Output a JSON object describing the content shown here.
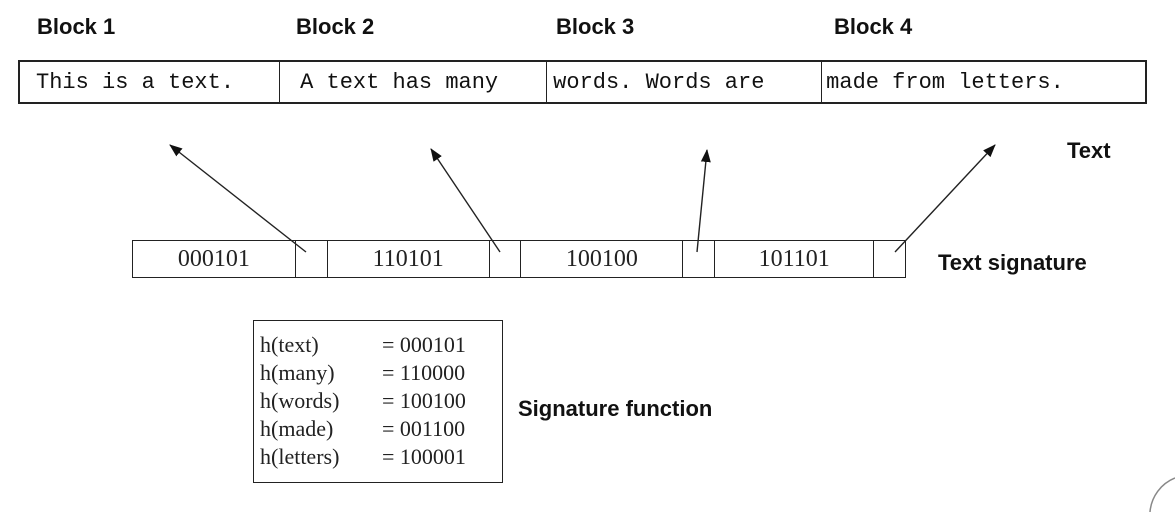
{
  "blocks": [
    {
      "label": "Block 1",
      "text": "This is a text."
    },
    {
      "label": "Block 2",
      "text": "A text has many"
    },
    {
      "label": "Block 3",
      "text": "words. Words are"
    },
    {
      "label": "Block 4",
      "text": "made from letters."
    }
  ],
  "text_label": "Text",
  "signature": {
    "label": "Text signature",
    "values": [
      "000101",
      "110101",
      "100100",
      "101101"
    ]
  },
  "function": {
    "label": "Signature function",
    "lines": [
      {
        "name": "h(text)",
        "value": "= 000101"
      },
      {
        "name": "h(many)",
        "value": "= 110000"
      },
      {
        "name": "h(words)",
        "value": "= 100100"
      },
      {
        "name": "h(made)",
        "value": "= 001100"
      },
      {
        "name": "h(letters)",
        "value": "= 100001"
      }
    ]
  }
}
